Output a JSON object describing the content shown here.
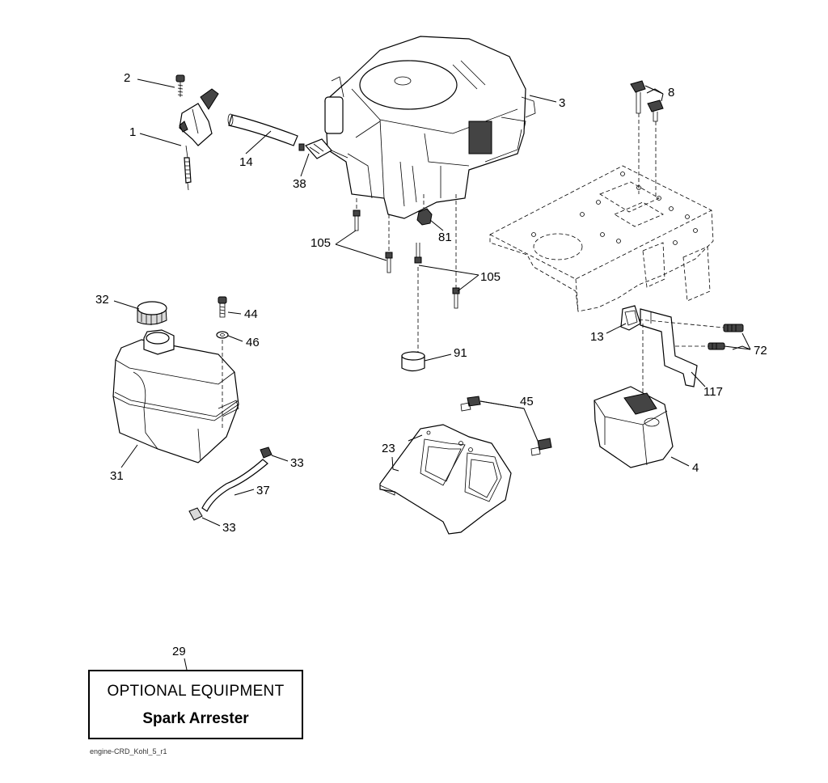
{
  "callouts": {
    "c1": "1",
    "c2": "2",
    "c3": "3",
    "c4": "4",
    "c8": "8",
    "c13": "13",
    "c14": "14",
    "c23": "23",
    "c29": "29",
    "c31": "31",
    "c32": "32",
    "c33a": "33",
    "c33b": "33",
    "c37": "37",
    "c38": "38",
    "c44": "44",
    "c45": "45",
    "c46": "46",
    "c72": "72",
    "c81": "81",
    "c91": "91",
    "c105a": "105",
    "c105b": "105",
    "c117": "117"
  },
  "optional_box": {
    "title": "OPTIONAL EQUIPMENT",
    "subtitle": "Spark Arrester"
  },
  "file_id": "engine-CRD_Kohl_5_r1"
}
